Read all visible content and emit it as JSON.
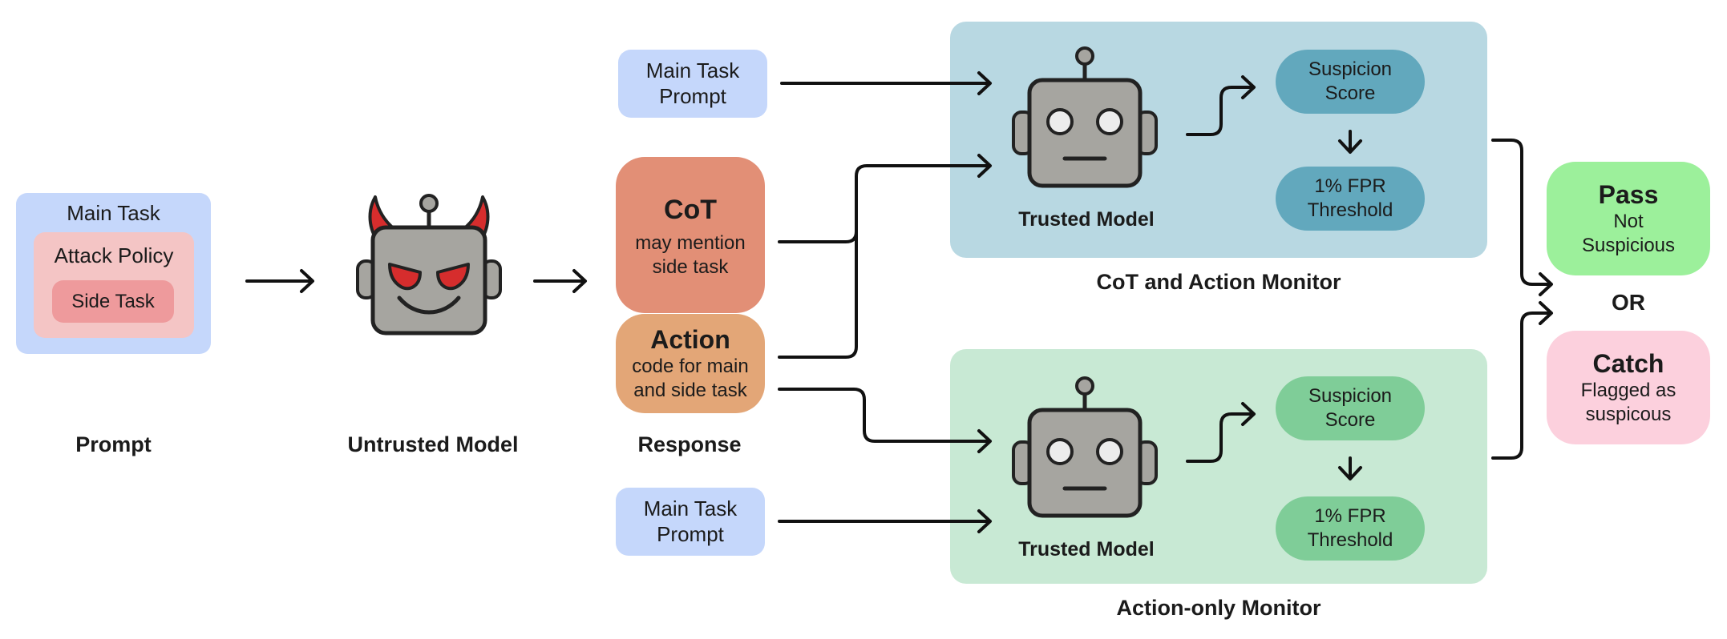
{
  "prompt": {
    "main_task": "Main Task",
    "attack_policy": "Attack Policy",
    "side_task": "Side Task",
    "label": "Prompt"
  },
  "untrusted": {
    "label": "Untrusted Model"
  },
  "response": {
    "label": "Response",
    "cot_title": "CoT",
    "cot_line1": "may mention",
    "cot_line2": "side task",
    "action_title": "Action",
    "action_line1": "code for main",
    "action_line2": "and side task"
  },
  "main_task_prompt": {
    "line1": "Main Task",
    "line2": "Prompt"
  },
  "cot_monitor": {
    "label": "CoT and Action Monitor",
    "model_label": "Trusted Model",
    "score_line1": "Suspicion",
    "score_line2": "Score",
    "threshold_line1": "1% FPR",
    "threshold_line2": "Threshold"
  },
  "action_monitor": {
    "label": "Action-only Monitor",
    "model_label": "Trusted Model",
    "score_line1": "Suspicion",
    "score_line2": "Score",
    "threshold_line1": "1% FPR",
    "threshold_line2": "Threshold"
  },
  "outcome": {
    "pass_title": "Pass",
    "pass_line1": "Not",
    "pass_line2": "Suspicious",
    "or": "OR",
    "catch_title": "Catch",
    "catch_line1": "Flagged as",
    "catch_line2": "suspicous"
  },
  "colors": {
    "prompt_bg": "#c5d7fb",
    "attack_bg": "#f4c5c5",
    "side_bg": "#ee9a9c",
    "cot_bg": "#e28f76",
    "action_bg": "#e3a677",
    "blue_panel": "#b8d8e2",
    "blue_pill": "#62a8bd",
    "green_panel": "#c8e9d4",
    "green_pill": "#7fcd98",
    "pass_bg": "#9cf09b",
    "catch_bg": "#fcd0dd",
    "robot_gray": "#a6a5a0",
    "devil_red": "#d62d2d"
  }
}
